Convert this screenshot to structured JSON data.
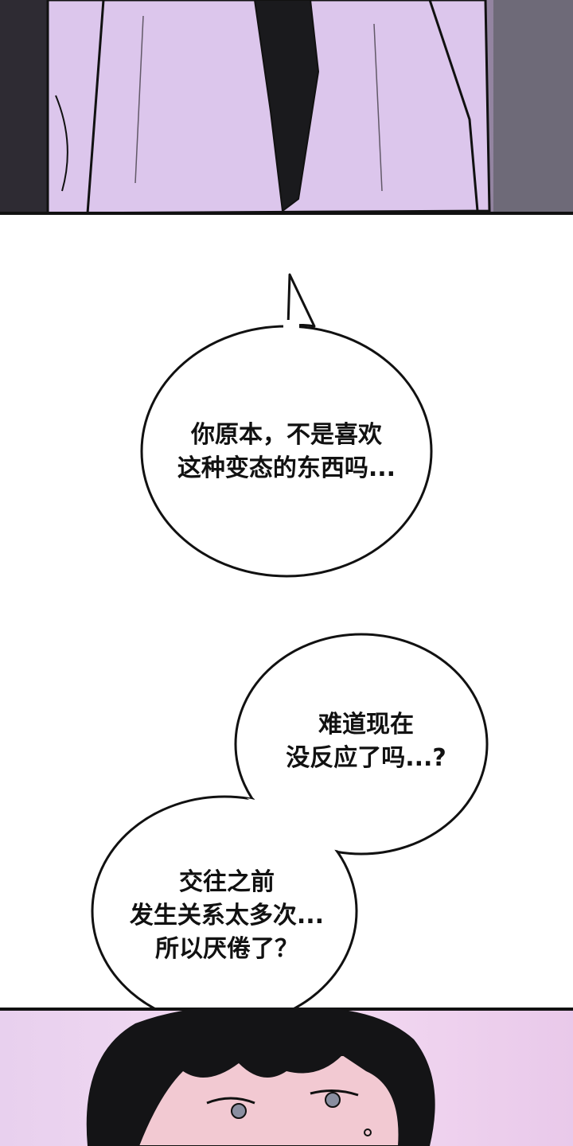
{
  "bubbles": [
    {
      "lines": [
        "你原本，不是喜欢",
        "这种变态的东西吗..."
      ]
    },
    {
      "lines": [
        "难道现在",
        "没反应了吗...?"
      ]
    },
    {
      "lines": [
        "交往之前",
        "发生关系太多次...",
        "所以厌倦了？"
      ]
    }
  ]
}
